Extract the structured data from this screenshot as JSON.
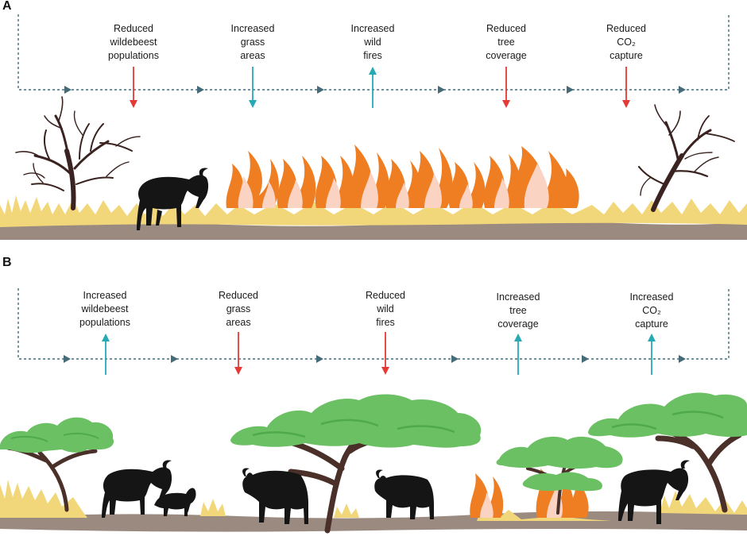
{
  "panels": [
    {
      "letter": "A",
      "steps": [
        {
          "lines": [
            "Reduced",
            "wildebeest",
            "populations"
          ],
          "direction": "down",
          "color": "#e53935"
        },
        {
          "lines": [
            "Increased",
            "grass",
            "areas"
          ],
          "direction": "down",
          "color": "#26a9b5"
        },
        {
          "lines": [
            "Increased",
            "wild",
            "fires"
          ],
          "direction": "up",
          "color": "#26a9b5"
        },
        {
          "lines": [
            "Reduced",
            "tree",
            "coverage"
          ],
          "direction": "down",
          "color": "#e53935"
        },
        {
          "lines": [
            "Reduced",
            "CO₂",
            "capture"
          ],
          "direction": "down",
          "color": "#e53935"
        }
      ]
    },
    {
      "letter": "B",
      "steps": [
        {
          "lines": [
            "Increased",
            "wildebeest",
            "populations"
          ],
          "direction": "up",
          "color": "#26a9b5"
        },
        {
          "lines": [
            "Reduced",
            "grass",
            "areas"
          ],
          "direction": "down",
          "color": "#e53935"
        },
        {
          "lines": [
            "Reduced",
            "wild",
            "fires"
          ],
          "direction": "down",
          "color": "#e53935"
        },
        {
          "lines": [
            "Increased",
            "tree",
            "coverage"
          ],
          "direction": "up",
          "color": "#26a9b5"
        },
        {
          "lines": [
            "Increased",
            "CO₂",
            "capture"
          ],
          "direction": "up",
          "color": "#26a9b5"
        }
      ]
    }
  ],
  "colors": {
    "flow_line": "#456b78",
    "ground": "#9a8a80",
    "grass": "#f2d77a",
    "fire_outer": "#ef7d22",
    "fire_inner": "#fbd3c2",
    "canopy": "#6cc064",
    "trunk": "#4a3028",
    "dead_tree": "#3a2320",
    "animal": "#151515"
  }
}
